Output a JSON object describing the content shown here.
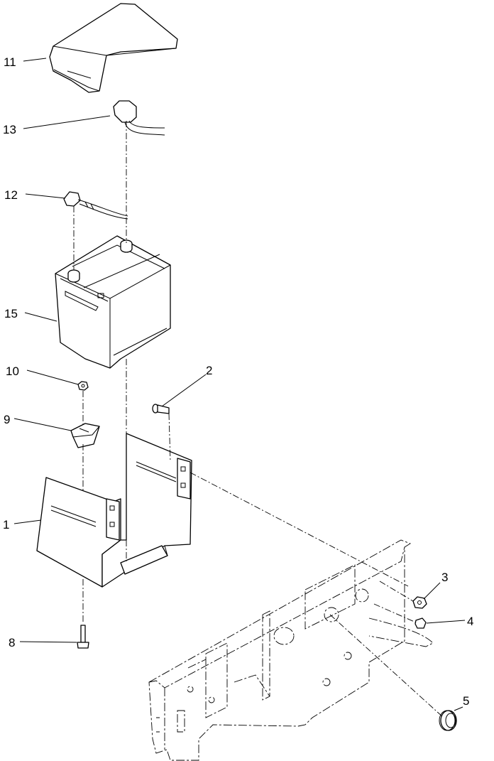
{
  "callouts": [
    {
      "id": "1",
      "label": "1"
    },
    {
      "id": "2",
      "label": "2"
    },
    {
      "id": "3",
      "label": "3"
    },
    {
      "id": "4",
      "label": "4"
    },
    {
      "id": "5",
      "label": "5"
    },
    {
      "id": "8",
      "label": "8"
    },
    {
      "id": "9",
      "label": "9"
    },
    {
      "id": "10",
      "label": "10"
    },
    {
      "id": "11",
      "label": "11"
    },
    {
      "id": "12",
      "label": "12"
    },
    {
      "id": "13",
      "label": "13"
    },
    {
      "id": "15",
      "label": "15"
    }
  ]
}
